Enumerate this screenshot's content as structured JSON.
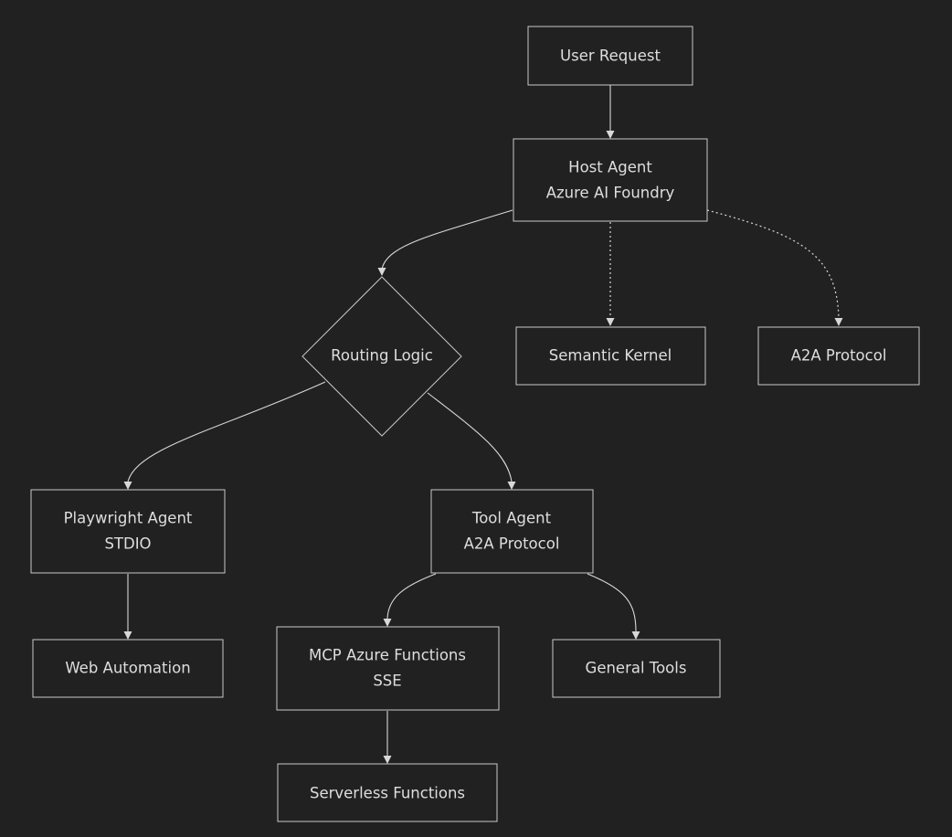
{
  "nodes": {
    "user_request": {
      "label": "User Request"
    },
    "host_agent": {
      "line1": "Host Agent",
      "line2": "Azure AI Foundry"
    },
    "routing_logic": {
      "label": "Routing Logic"
    },
    "semantic_kernel": {
      "label": "Semantic Kernel"
    },
    "a2a_protocol": {
      "label": "A2A Protocol"
    },
    "playwright_agent": {
      "line1": "Playwright Agent",
      "line2": "STDIO"
    },
    "tool_agent": {
      "line1": "Tool Agent",
      "line2": "A2A Protocol"
    },
    "web_automation": {
      "label": "Web Automation"
    },
    "mcp_azure_functions": {
      "line1": "MCP Azure Functions",
      "line2": "SSE"
    },
    "general_tools": {
      "label": "General Tools"
    },
    "serverless_functions": {
      "label": "Serverless Functions"
    }
  },
  "edges": [
    {
      "from": "User Request",
      "to": "Host Agent",
      "style": "solid"
    },
    {
      "from": "Host Agent",
      "to": "Routing Logic",
      "style": "solid"
    },
    {
      "from": "Host Agent",
      "to": "Semantic Kernel",
      "style": "dotted"
    },
    {
      "from": "Host Agent",
      "to": "A2A Protocol",
      "style": "dotted"
    },
    {
      "from": "Routing Logic",
      "to": "Playwright Agent",
      "style": "solid"
    },
    {
      "from": "Routing Logic",
      "to": "Tool Agent",
      "style": "solid"
    },
    {
      "from": "Playwright Agent",
      "to": "Web Automation",
      "style": "solid"
    },
    {
      "from": "Tool Agent",
      "to": "MCP Azure Functions",
      "style": "solid"
    },
    {
      "from": "Tool Agent",
      "to": "General Tools",
      "style": "solid"
    },
    {
      "from": "MCP Azure Functions",
      "to": "Serverless Functions",
      "style": "solid"
    }
  ],
  "colors": {
    "background": "#212121",
    "node_border": "#c9c9c9",
    "text": "#dedede",
    "edge": "#d8d8d8"
  }
}
